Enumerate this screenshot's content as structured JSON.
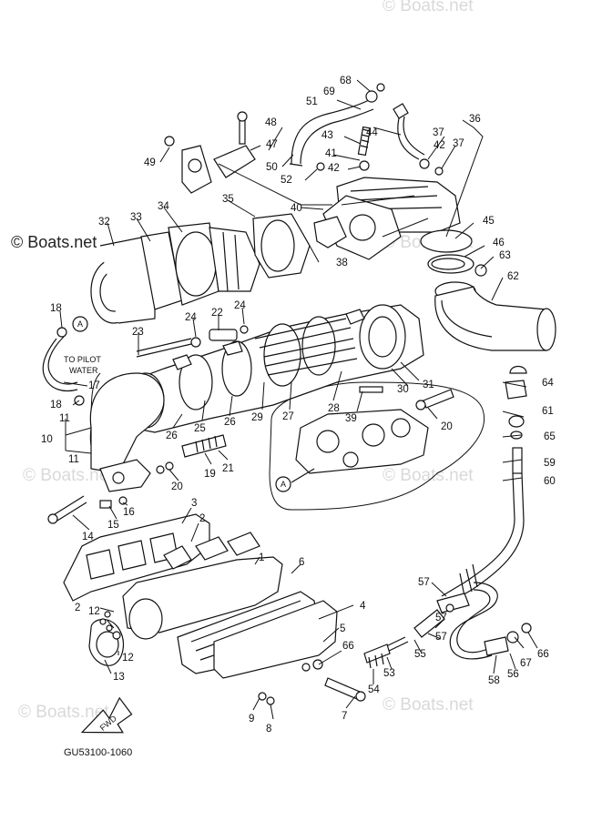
{
  "watermark": "© Boats.net",
  "brand_text": "© Boats.net",
  "diagram_code": "GU53100-1060",
  "fwd_label": "FWD",
  "notes": {
    "pilot_line1": "TO PILOT",
    "pilot_line2": "WATER",
    "ref_a": "A"
  },
  "callouts": [
    {
      "n": "68"
    },
    {
      "n": "69"
    },
    {
      "n": "51"
    },
    {
      "n": "36"
    },
    {
      "n": "48"
    },
    {
      "n": "44"
    },
    {
      "n": "37"
    },
    {
      "n": "37"
    },
    {
      "n": "43"
    },
    {
      "n": "42"
    },
    {
      "n": "47"
    },
    {
      "n": "41"
    },
    {
      "n": "49"
    },
    {
      "n": "50"
    },
    {
      "n": "42"
    },
    {
      "n": "52"
    },
    {
      "n": "35"
    },
    {
      "n": "34"
    },
    {
      "n": "33"
    },
    {
      "n": "32"
    },
    {
      "n": "40"
    },
    {
      "n": "45"
    },
    {
      "n": "46"
    },
    {
      "n": "63"
    },
    {
      "n": "38"
    },
    {
      "n": "62"
    },
    {
      "n": "18"
    },
    {
      "n": "24"
    },
    {
      "n": "22"
    },
    {
      "n": "24"
    },
    {
      "n": "23"
    },
    {
      "n": "17"
    },
    {
      "n": "31"
    },
    {
      "n": "30"
    },
    {
      "n": "64"
    },
    {
      "n": "28"
    },
    {
      "n": "61"
    },
    {
      "n": "18"
    },
    {
      "n": "11"
    },
    {
      "n": "39"
    },
    {
      "n": "20"
    },
    {
      "n": "65"
    },
    {
      "n": "26"
    },
    {
      "n": "25"
    },
    {
      "n": "26"
    },
    {
      "n": "29"
    },
    {
      "n": "27"
    },
    {
      "n": "10"
    },
    {
      "n": "59"
    },
    {
      "n": "11"
    },
    {
      "n": "19"
    },
    {
      "n": "21"
    },
    {
      "n": "60"
    },
    {
      "n": "20"
    },
    {
      "n": "16"
    },
    {
      "n": "15"
    },
    {
      "n": "14"
    },
    {
      "n": "3"
    },
    {
      "n": "2"
    },
    {
      "n": "1"
    },
    {
      "n": "6"
    },
    {
      "n": "57"
    },
    {
      "n": "4"
    },
    {
      "n": "2"
    },
    {
      "n": "12"
    },
    {
      "n": "57"
    },
    {
      "n": "5"
    },
    {
      "n": "66"
    },
    {
      "n": "55"
    },
    {
      "n": "57"
    },
    {
      "n": "67"
    },
    {
      "n": "66"
    },
    {
      "n": "12"
    },
    {
      "n": "53"
    },
    {
      "n": "13"
    },
    {
      "n": "56"
    },
    {
      "n": "58"
    },
    {
      "n": "54"
    },
    {
      "n": "9"
    },
    {
      "n": "8"
    },
    {
      "n": "7"
    }
  ]
}
